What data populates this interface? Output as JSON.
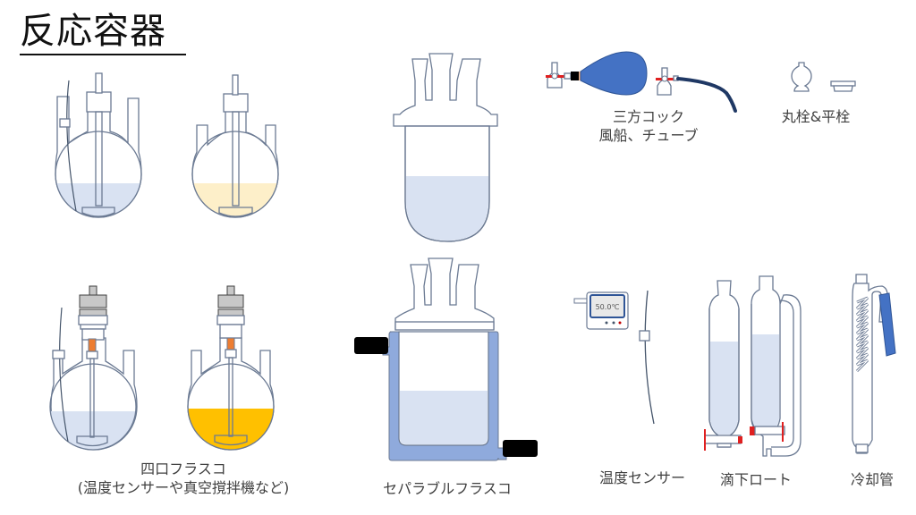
{
  "title": "反応容器",
  "colors": {
    "glass_stroke": "#6b7a93",
    "liquid_blue": "#d9e2f2",
    "liquid_cream": "#fdefc9",
    "liquid_orange": "#ffc000",
    "jacket_blue": "#8faadc",
    "balloon_blue": "#4472c4",
    "tube_navy": "#1f3864",
    "stopcock_red": "#e02020",
    "stirrer_orange": "#ed7d31",
    "motor_gray": "#c8c8c8",
    "hose_black": "#000000"
  },
  "items": {
    "four_neck_flask": {
      "label_line1": "四口フラスコ",
      "label_line2": "(温度センサーや真空撹拌機など)"
    },
    "separable_flask": {
      "label": "セパラブルフラスコ"
    },
    "three_way_cock": {
      "label_line1": "三方コック",
      "label_line2": "風船、チューブ"
    },
    "stoppers": {
      "label": "丸栓&平栓"
    },
    "temperature_sensor": {
      "label": "温度センサー",
      "display_value": "50.0℃"
    },
    "dropping_funnel": {
      "label": "滴下ロート"
    },
    "condenser": {
      "label": "冷却管"
    }
  }
}
